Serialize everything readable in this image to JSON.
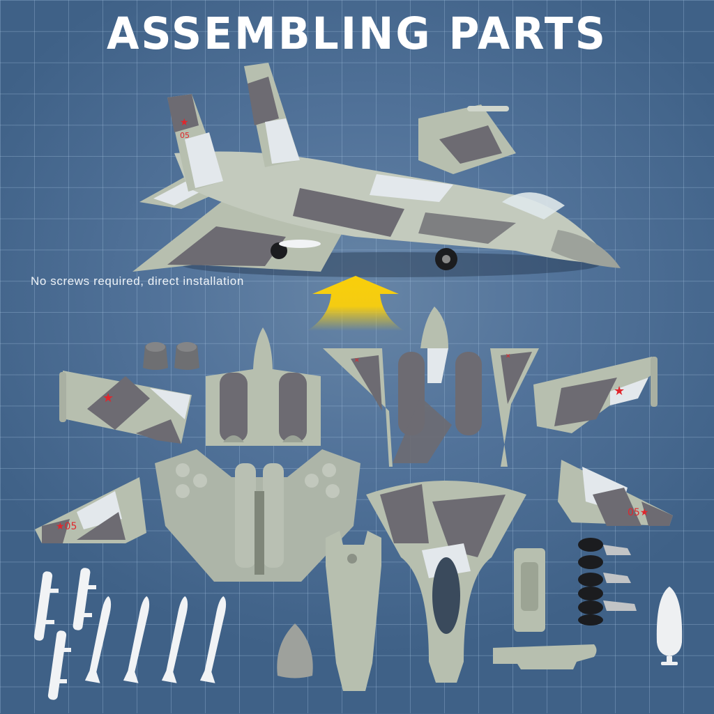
{
  "header": {
    "title": "ASSEMBLING PARTS"
  },
  "caption": {
    "text": "No screws required, direct installation"
  },
  "arrow": {
    "color": "#f9cf0a",
    "direction": "up"
  },
  "colors": {
    "background_center": "#6785a6",
    "background_edge": "#3f6187",
    "grid_line": "#a0bedc",
    "camo_green": "#b7bfaf",
    "camo_dark": "#6d6b72",
    "camo_light": "#e3e8ec",
    "marking_red": "#e0262c",
    "missile_white": "#f1f3f5"
  },
  "assembled_model": {
    "label": "Assembled fighter jet model",
    "tail_number": "05"
  },
  "parts": [
    {
      "name": "engine-nozzle-pair",
      "count": 2
    },
    {
      "name": "left-wing",
      "marking": "red star"
    },
    {
      "name": "rear-fuselage-engines"
    },
    {
      "name": "upper-fuselage-top"
    },
    {
      "name": "right-wing",
      "marking": "red star"
    },
    {
      "name": "lower-fuselage-base"
    },
    {
      "name": "left-tail-fin",
      "tail_number": "05"
    },
    {
      "name": "forward-fuselage-upper"
    },
    {
      "name": "right-tail-fin",
      "tail_number": "05"
    },
    {
      "name": "nose-cone"
    },
    {
      "name": "forward-fuselage-lower"
    },
    {
      "name": "cockpit-seat"
    },
    {
      "name": "landing-gear-set",
      "count": 3
    },
    {
      "name": "canopy"
    },
    {
      "name": "ventral-plate"
    },
    {
      "name": "missile-rail",
      "count": 3
    },
    {
      "name": "missile",
      "count": 4
    }
  ]
}
